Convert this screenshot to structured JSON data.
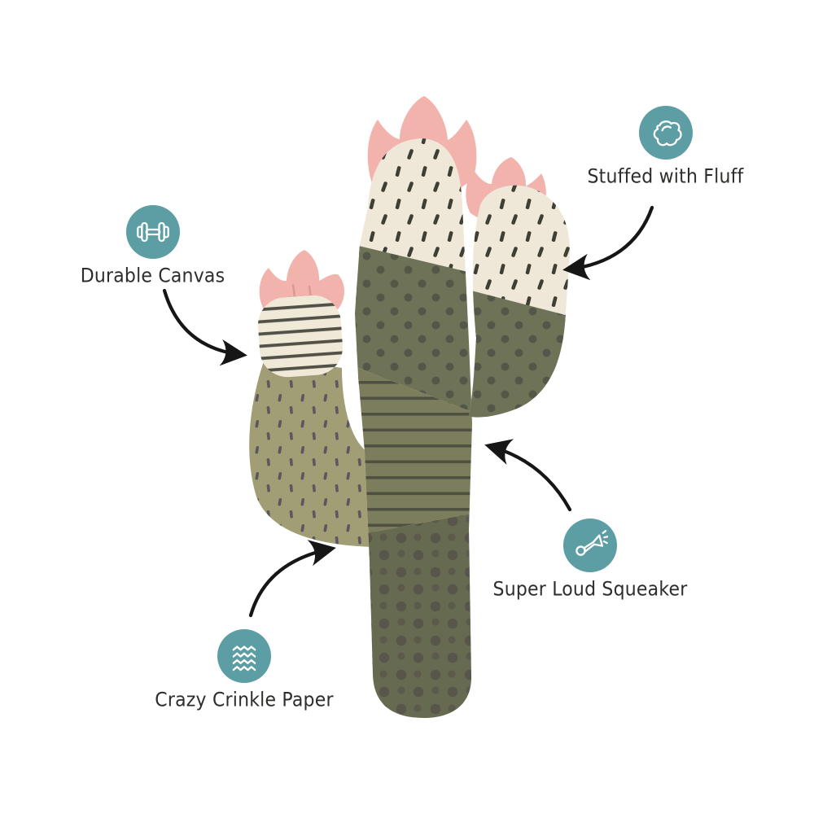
{
  "colors": {
    "page_bg": "#ffffff",
    "accent_teal": "#5c9ea4",
    "icon_white": "#ffffff",
    "label_text": "#2e2d2b",
    "arrow_black": "#161616",
    "flower_pink": "#f2b3ad",
    "flower_shade": "#db948f",
    "canvas_cream": "#efe8d8",
    "dash_dark": "#3f3e35",
    "olive_mid": "#6e7257",
    "olive_dot": "#4c5043",
    "olive_stripe_bg": "#7c7d5c",
    "stripe_dark": "#4a4b3e",
    "olive_dark": "#666a50",
    "polka_dot": "#575349",
    "arm_khaki": "#a19e76",
    "arm_dash": "#5c5761",
    "cuff_cream": "#f0e9d8",
    "cuff_stripe": "#45443c"
  },
  "features": [
    {
      "id": "durable-canvas",
      "label": "Durable Canvas",
      "icon": "dumbbell-icon"
    },
    {
      "id": "stuffed-with-fluff",
      "label": "Stuffed with Fluff",
      "icon": "fluff-cloud-icon"
    },
    {
      "id": "super-loud-squeaker",
      "label": "Super Loud Squeaker",
      "icon": "squeaker-horn-icon"
    },
    {
      "id": "crazy-crinkle-paper",
      "label": "Crazy Crinkle Paper",
      "icon": "crinkle-waves-icon"
    }
  ]
}
